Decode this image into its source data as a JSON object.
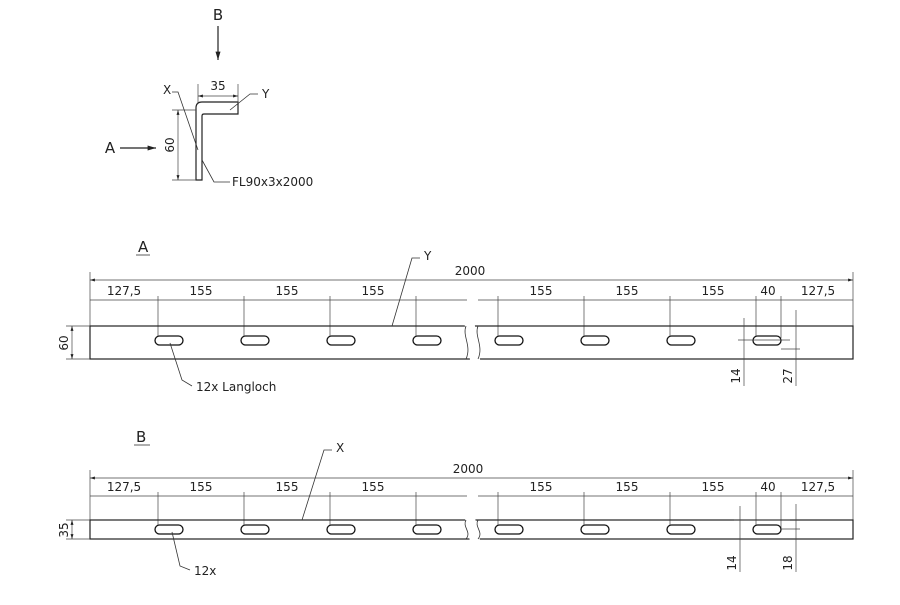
{
  "section_view": {
    "view_b_label": "B",
    "view_a_label": "A",
    "label_x": "X",
    "label_y": "Y",
    "width_dim": "35",
    "height_dim": "60",
    "material": "FL90x3x2000"
  },
  "view_a": {
    "label": "A",
    "callout": "Y",
    "total": "2000",
    "left_edge": "127,5",
    "spacings_left": [
      "155",
      "155",
      "155"
    ],
    "spacings_right": [
      "155",
      "155",
      "155"
    ],
    "slot_length": "40",
    "right_edge": "127,5",
    "height": "60",
    "hole_offset": "14",
    "hole_center": "27",
    "hole_note": "12x Langloch"
  },
  "view_b": {
    "label": "B",
    "callout": "X",
    "total": "2000",
    "left_edge": "127,5",
    "spacings_left": [
      "155",
      "155",
      "155"
    ],
    "spacings_right": [
      "155",
      "155",
      "155"
    ],
    "slot_length": "40",
    "right_edge": "127,5",
    "height": "35",
    "hole_offset": "14",
    "hole_center": "18",
    "hole_note": "12x"
  }
}
